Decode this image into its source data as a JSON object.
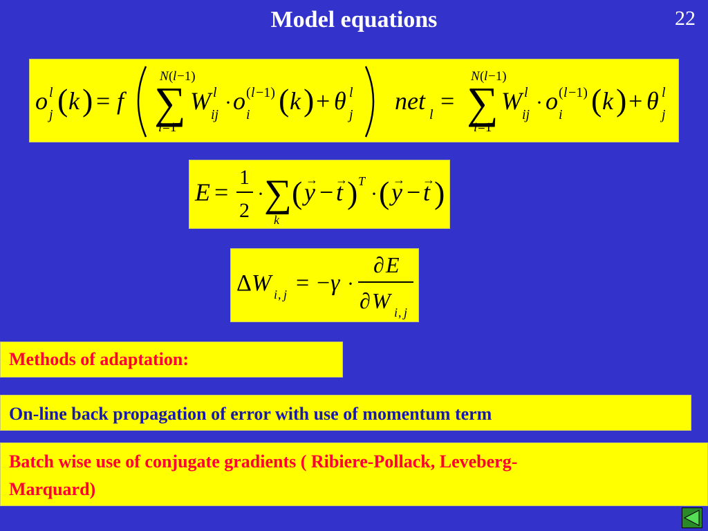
{
  "slide": {
    "title": "Model equations",
    "page_number": "22"
  },
  "equations": {
    "eq1": "o_j^l(k) = f( Σ_{i=1}^{N(l−1)} W_ij^l · o_i^(l−1)(k) + θ_j^l )",
    "eq2": "net_l = Σ_{i=1}^{N(l−1)} W_ij^l · o_i^(l−1)(k) + θ_j^l",
    "eq3": "E = 1/2 · Σ_k (y − t)^T · (y − t)",
    "eq4": "ΔW_{i,j} = −γ · ∂E / ∂W_{i,j}"
  },
  "methods": {
    "heading": "Methods of adaptation:",
    "item1": "On-line back propagation of error with use of momentum term",
    "item2_line1": "Batch wise use of conjugate gradients ( Ribiere-Pollack, Leveberg-",
    "item2_line2": "Marquard)"
  },
  "colors": {
    "background": "#3333cc",
    "box": "#ffff00",
    "heading_red": "#ff0033",
    "item_blue": "#1a1aaa"
  },
  "icons": {
    "nav": "back-arrow-icon"
  }
}
